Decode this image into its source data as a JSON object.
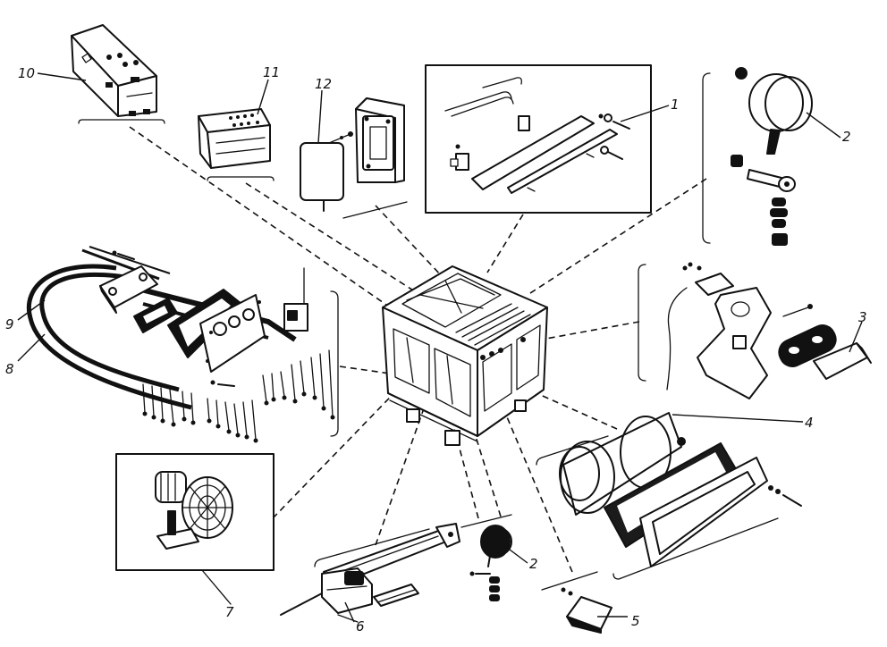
{
  "callouts": {
    "n1": "1",
    "n2_top": "2",
    "n2_bottom": "2",
    "n3": "3",
    "n4": "4",
    "n5": "5",
    "n6": "6",
    "n7": "7",
    "n8": "8",
    "n9": "9",
    "n10": "10",
    "n11": "11",
    "n12": "12"
  }
}
